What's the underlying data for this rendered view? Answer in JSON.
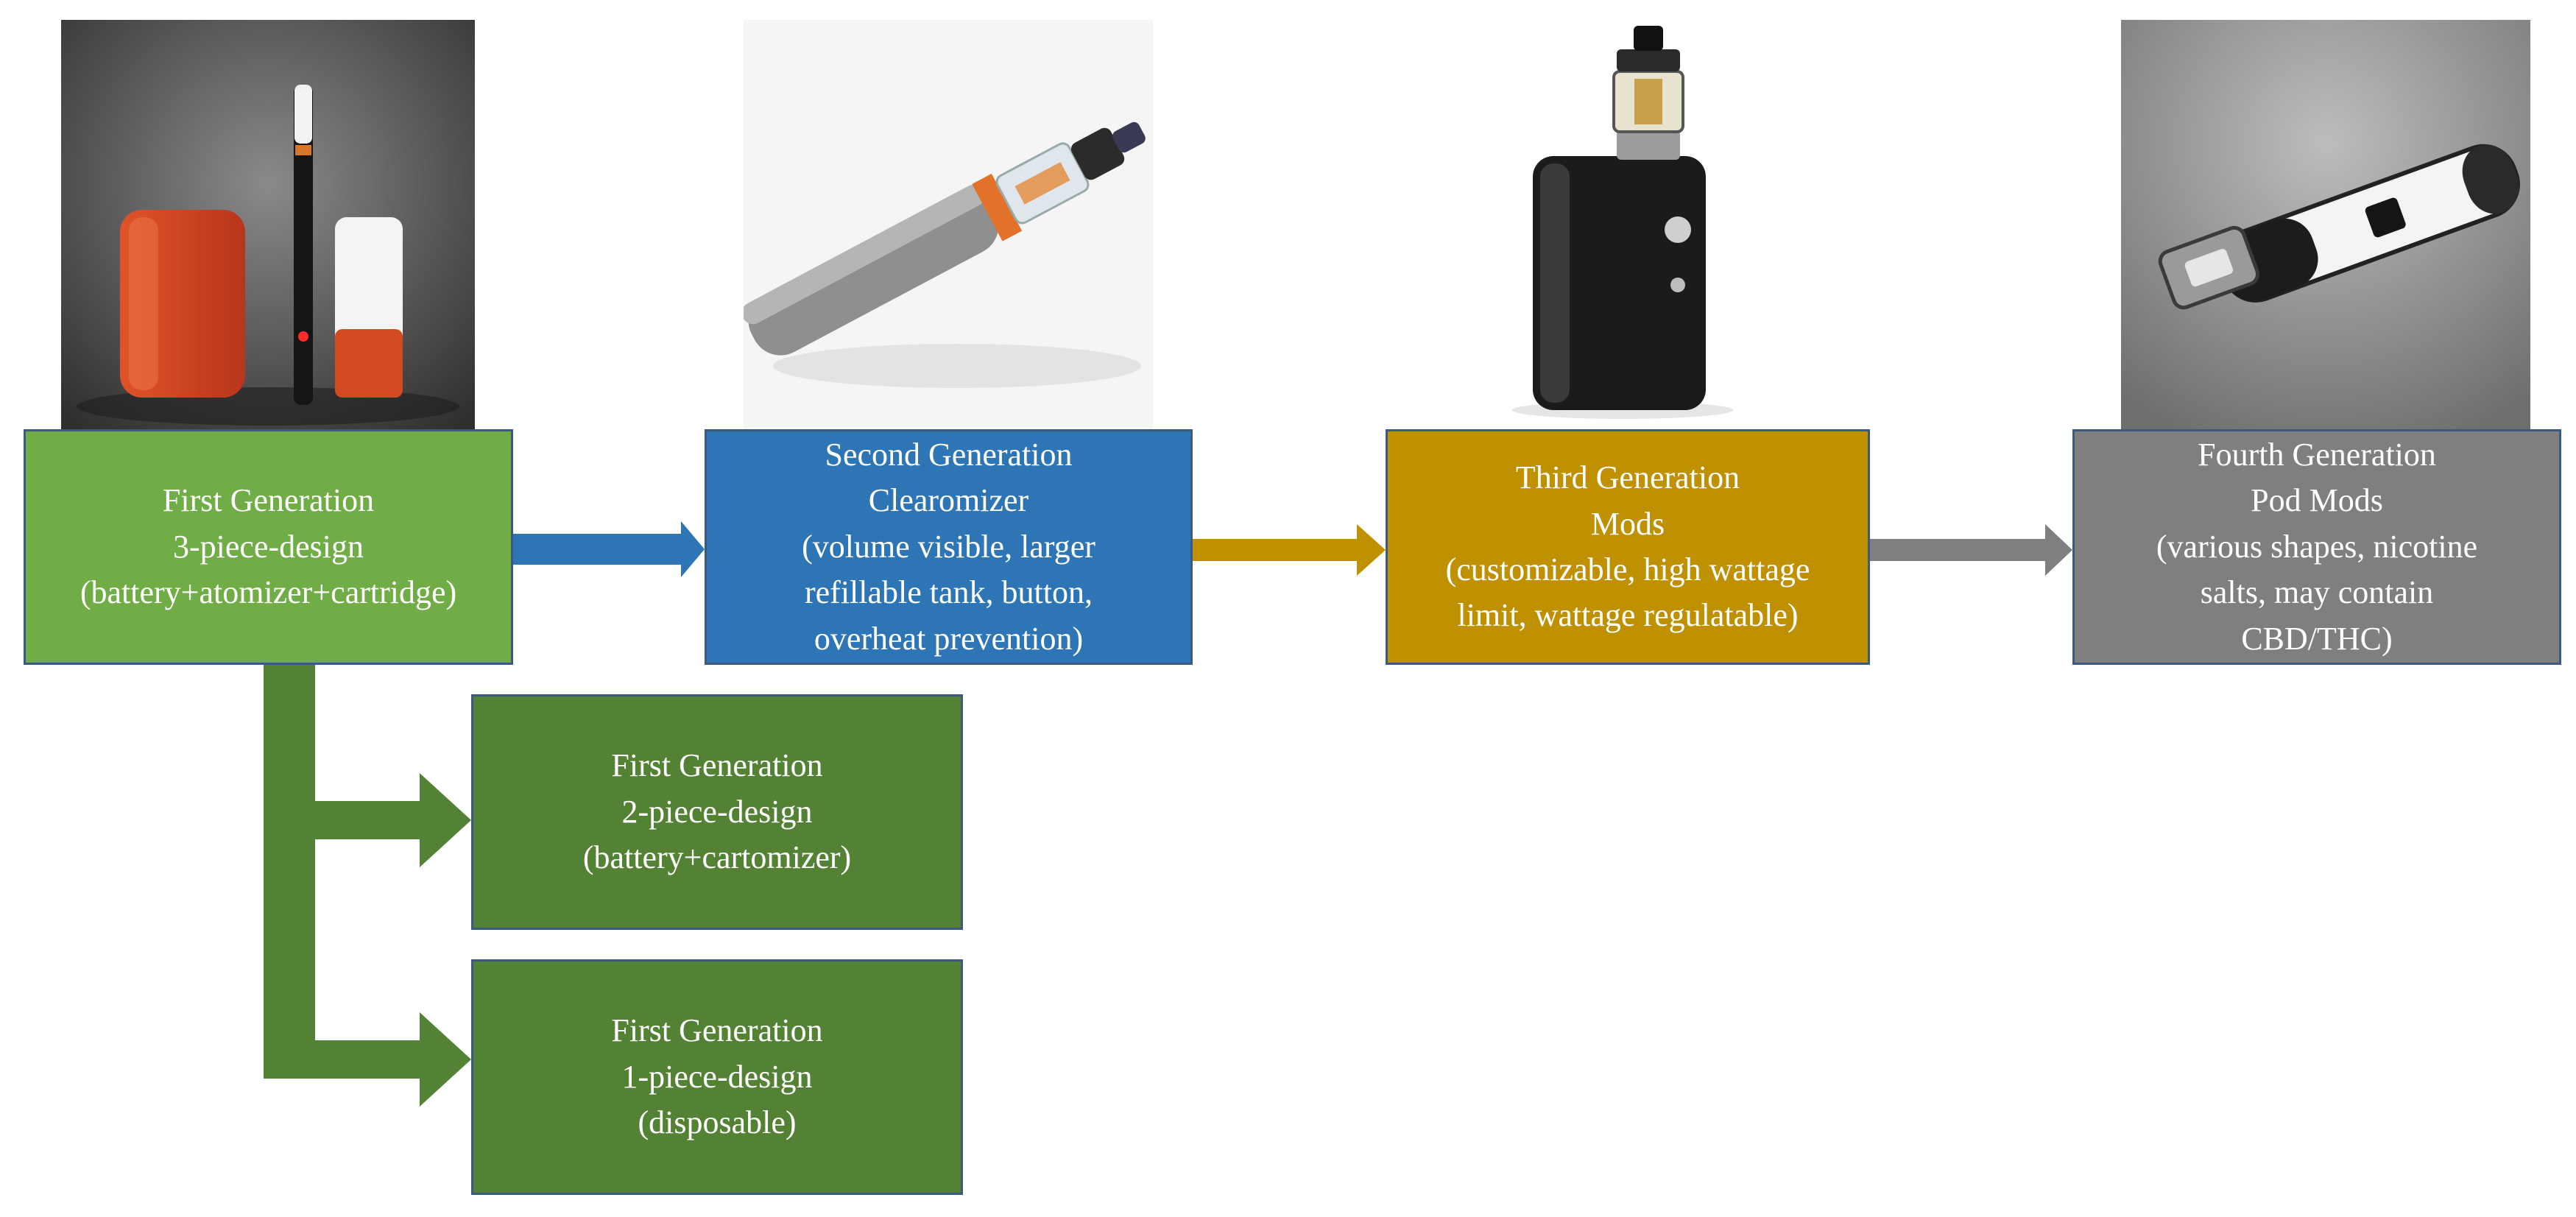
{
  "colors": {
    "gen1": "#70ad47",
    "gen2": "#2e75b6",
    "gen3": "#bf9000",
    "gen4": "#7f7f7f",
    "derived": "#548235",
    "border": "#3b5a80"
  },
  "generations": [
    {
      "title": "First Generation",
      "lines": [
        "3-piece-design",
        "(battery+atomizer+cartridge)"
      ]
    },
    {
      "title": "Second Generation",
      "lines": [
        "Clearomizer",
        "(volume visible, larger",
        "refillable  tank,  button,",
        "overheat prevention)"
      ]
    },
    {
      "title": "Third Generation",
      "lines": [
        "Mods",
        "(customizable, high wattage",
        "limit,  wattage regulatable)"
      ]
    },
    {
      "title": "Fourth Generation",
      "lines": [
        "Pod Mods",
        "(various shapes, nicotine",
        "salts, may contain",
        "CBD/THC)"
      ]
    }
  ],
  "variants": [
    {
      "title": "First Generation",
      "lines": [
        "2-piece-design",
        "(battery+cartomizer)"
      ]
    },
    {
      "title": "First Generation",
      "lines": [
        "1-piece-design",
        "(disposable)"
      ]
    }
  ],
  "images": [
    {
      "icon": "first-generation-device-photo"
    },
    {
      "icon": "second-generation-clearomizer-photo"
    },
    {
      "icon": "third-generation-box-mod-photo"
    },
    {
      "icon": "fourth-generation-pod-mod-photo"
    }
  ]
}
